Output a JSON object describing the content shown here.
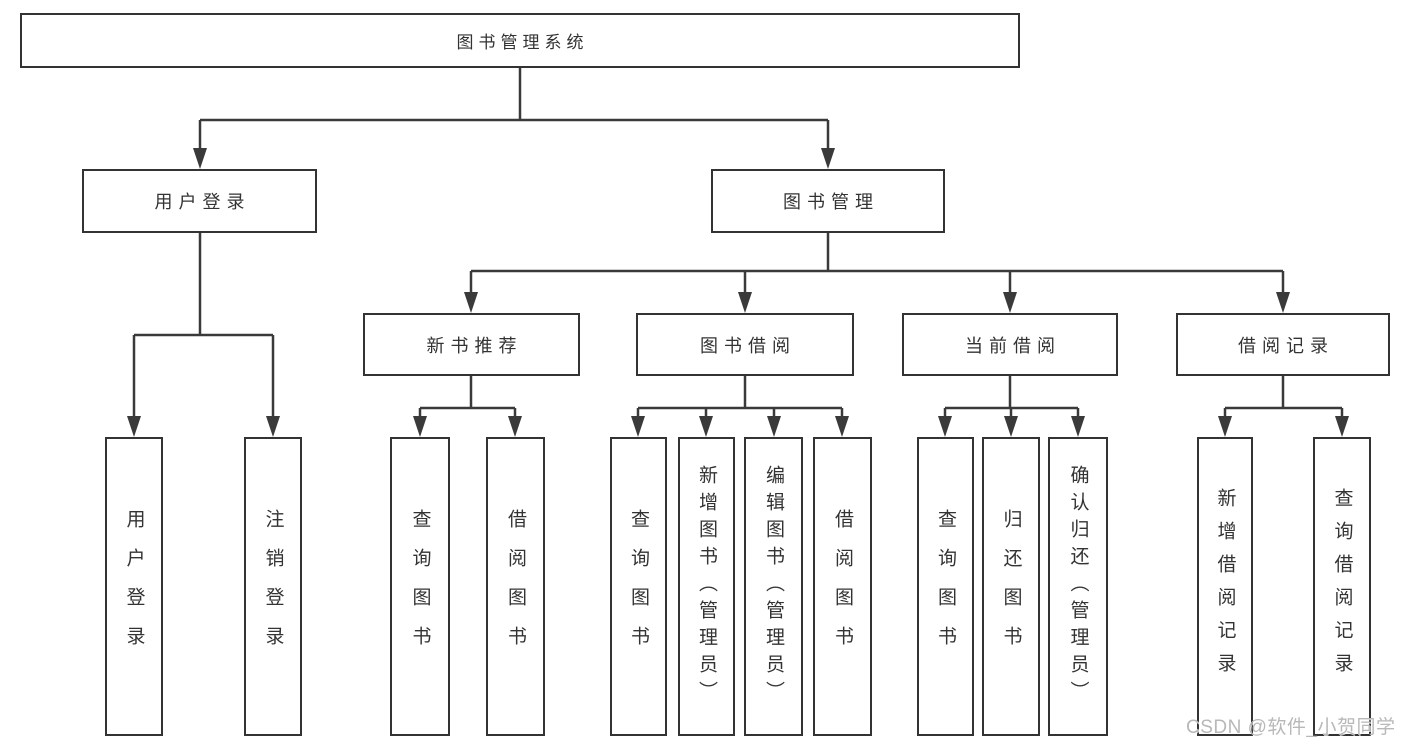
{
  "diagram_type": "hierarchy-tree",
  "tree": {
    "label": "图书管理系统",
    "children": [
      {
        "label": "用户登录",
        "children": [
          {
            "label": "用户登录"
          },
          {
            "label": "注销登录"
          }
        ]
      },
      {
        "label": "图书管理",
        "children": [
          {
            "label": "新书推荐",
            "children": [
              {
                "label": "查询图书"
              },
              {
                "label": "借阅图书"
              }
            ]
          },
          {
            "label": "图书借阅",
            "children": [
              {
                "label": "查询图书"
              },
              {
                "label": "新增图书（管理员）"
              },
              {
                "label": "编辑图书（管理员）"
              },
              {
                "label": "借阅图书"
              }
            ]
          },
          {
            "label": "当前借阅",
            "children": [
              {
                "label": "查询图书"
              },
              {
                "label": "归还图书"
              },
              {
                "label": "确认归还（管理员）"
              }
            ]
          },
          {
            "label": "借阅记录",
            "children": [
              {
                "label": "新增借阅记录"
              },
              {
                "label": "查询借阅记录"
              }
            ]
          }
        ]
      }
    ]
  },
  "watermark": "CSDN @软件_小贺同学",
  "colors": {
    "background": "#ffffff",
    "line": "#3a3a3a",
    "box_border": "#333333",
    "text": "#333333",
    "watermark": "#b8b8b8"
  }
}
